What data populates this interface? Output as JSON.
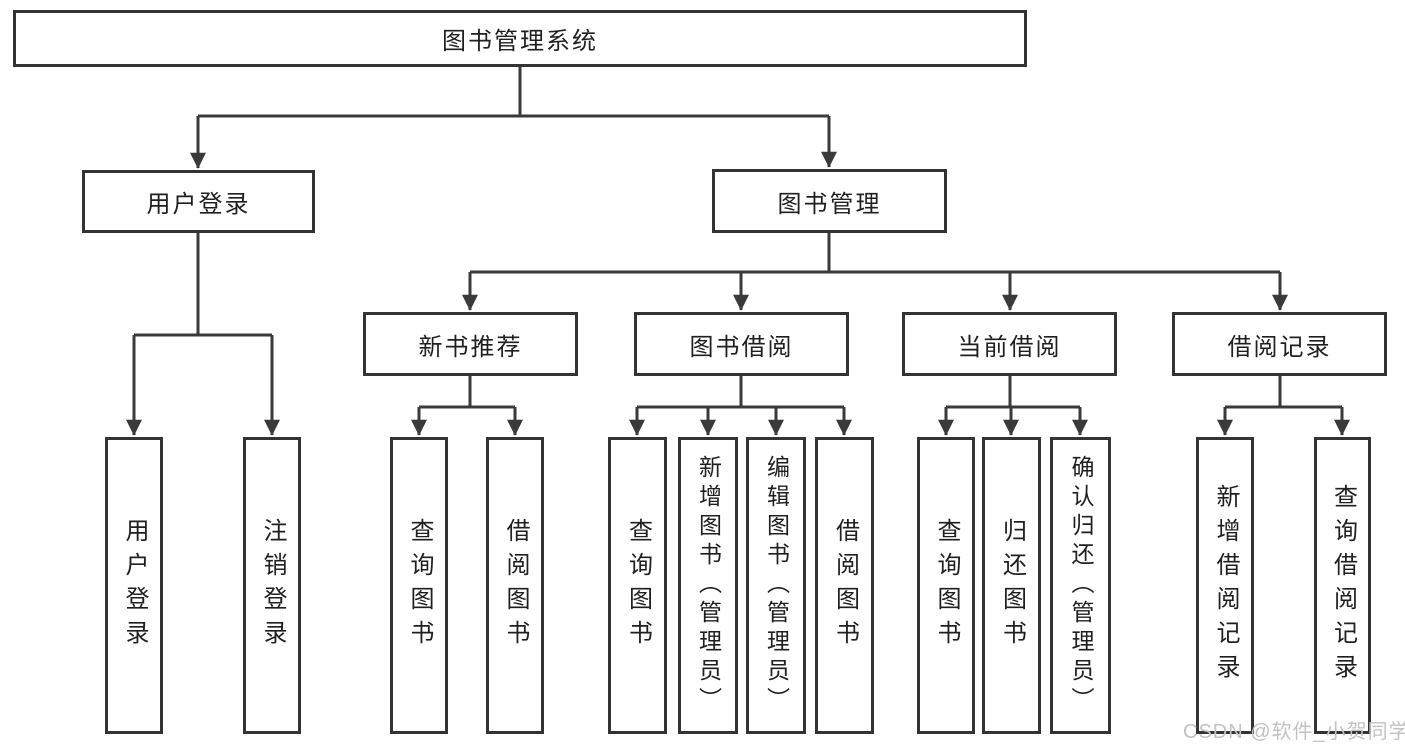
{
  "diagram": {
    "title": "图书管理系统",
    "colors": {
      "background": "#ffffff",
      "line": "#3a3a3a",
      "box_border": "#333333",
      "text": "#1f1f1f",
      "watermark": "#c2c2c2"
    },
    "root": {
      "label": "图书管理系统"
    },
    "branches": [
      {
        "label": "用户登录"
      },
      {
        "label": "图书管理"
      }
    ],
    "modules": [
      {
        "label": "新书推荐",
        "parent": "图书管理"
      },
      {
        "label": "图书借阅",
        "parent": "图书管理"
      },
      {
        "label": "当前借阅",
        "parent": "图书管理"
      },
      {
        "label": "借阅记录",
        "parent": "图书管理"
      }
    ],
    "leaves": [
      {
        "label": "用户登录",
        "parent": "用户登录"
      },
      {
        "label": "注销登录",
        "parent": "用户登录"
      },
      {
        "label": "查询图书",
        "parent": "新书推荐"
      },
      {
        "label": "借阅图书",
        "parent": "新书推荐"
      },
      {
        "label": "查询图书",
        "parent": "图书借阅"
      },
      {
        "label": "新增图书（管理员）",
        "parent": "图书借阅"
      },
      {
        "label": "编辑图书（管理员）",
        "parent": "图书借阅"
      },
      {
        "label": "借阅图书",
        "parent": "图书借阅"
      },
      {
        "label": "查询图书",
        "parent": "当前借阅"
      },
      {
        "label": "归还图书",
        "parent": "当前借阅"
      },
      {
        "label": "确认归还（管理员）",
        "parent": "当前借阅"
      },
      {
        "label": "新增借阅记录",
        "parent": "借阅记录"
      },
      {
        "label": "查询借阅记录",
        "parent": "借阅记录"
      }
    ],
    "watermark": "CSDN @软件_小贺同学"
  }
}
